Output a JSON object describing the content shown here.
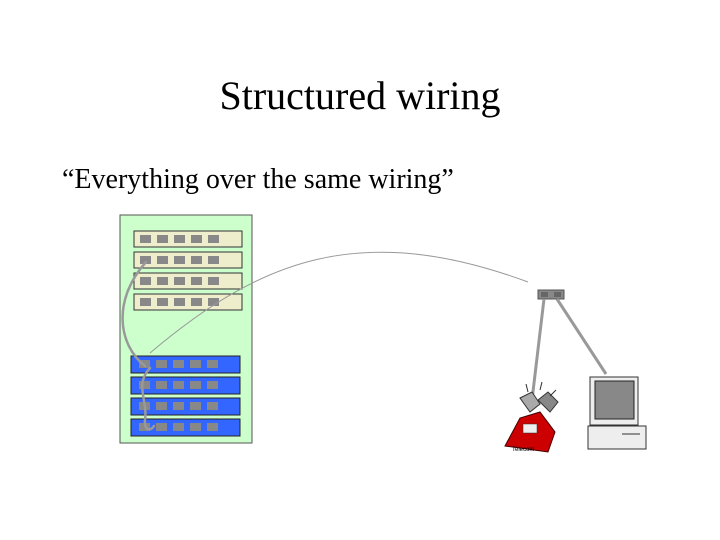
{
  "slide": {
    "title": "Structured wiring",
    "subtitle": "“Everything over the same wiring”"
  },
  "phone": {
    "brand_label": "Telecom"
  },
  "colors": {
    "rack": "#ccffcc",
    "patch_panel": "#eeeecc",
    "switch": "#3366ff",
    "port": "#888888",
    "cable": "#999999",
    "phone": "#cc0000",
    "monitor_screen": "#888888",
    "computer_case": "#e8e8e8"
  },
  "icons": [
    "rack-cabinet-icon",
    "patch-panel-icon",
    "ethernet-switch-icon",
    "wall-jack-icon",
    "telephone-icon",
    "computer-icon"
  ]
}
